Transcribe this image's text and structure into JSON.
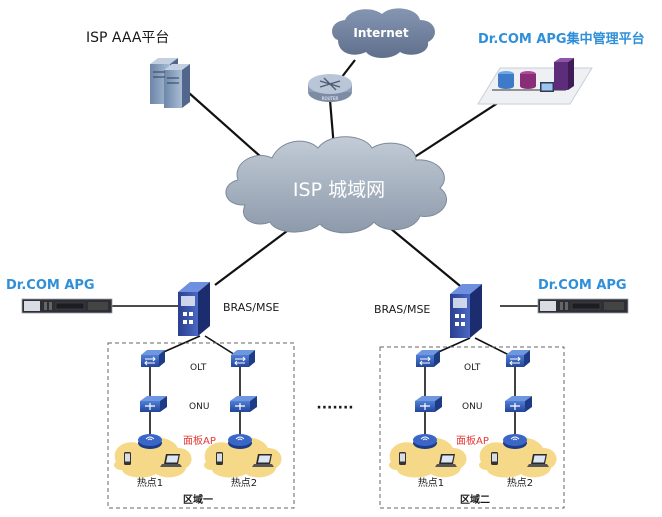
{
  "labels": {
    "isp_aaa": "ISP AAA平台",
    "internet": "Internet",
    "router_text": "ROUTER",
    "drcom_platform": "Dr.COM APG集中管理平台",
    "isp_metro": "ISP 城域网",
    "apg_left": "Dr.COM APG",
    "apg_right": "Dr.COM APG",
    "bras_left": "BRAS/MSE",
    "bras_right": "BRAS/MSE",
    "olt_left": "OLT",
    "onu_left": "ONU",
    "panel_ap_left": "面板AP",
    "olt_right": "OLT",
    "onu_right": "ONU",
    "panel_ap_right": "面板AP",
    "hotspot_l1": "热点1",
    "hotspot_l2": "热点2",
    "hotspot_r1": "热点1",
    "hotspot_r2": "热点2",
    "region_1": "区域一",
    "region_2": "区域二",
    "ellipsis": "·······"
  },
  "colors": {
    "brand_blue": "#2f8fd8",
    "label_dark": "#1a1a1a",
    "alert_red": "#e53935",
    "cloud_fill": "#9aa8b8",
    "cloud_stroke": "#7c8a9a",
    "switch_blue": "#2d5ab8",
    "bubble_yellow": "#f6d988",
    "link_line": "#111111"
  }
}
